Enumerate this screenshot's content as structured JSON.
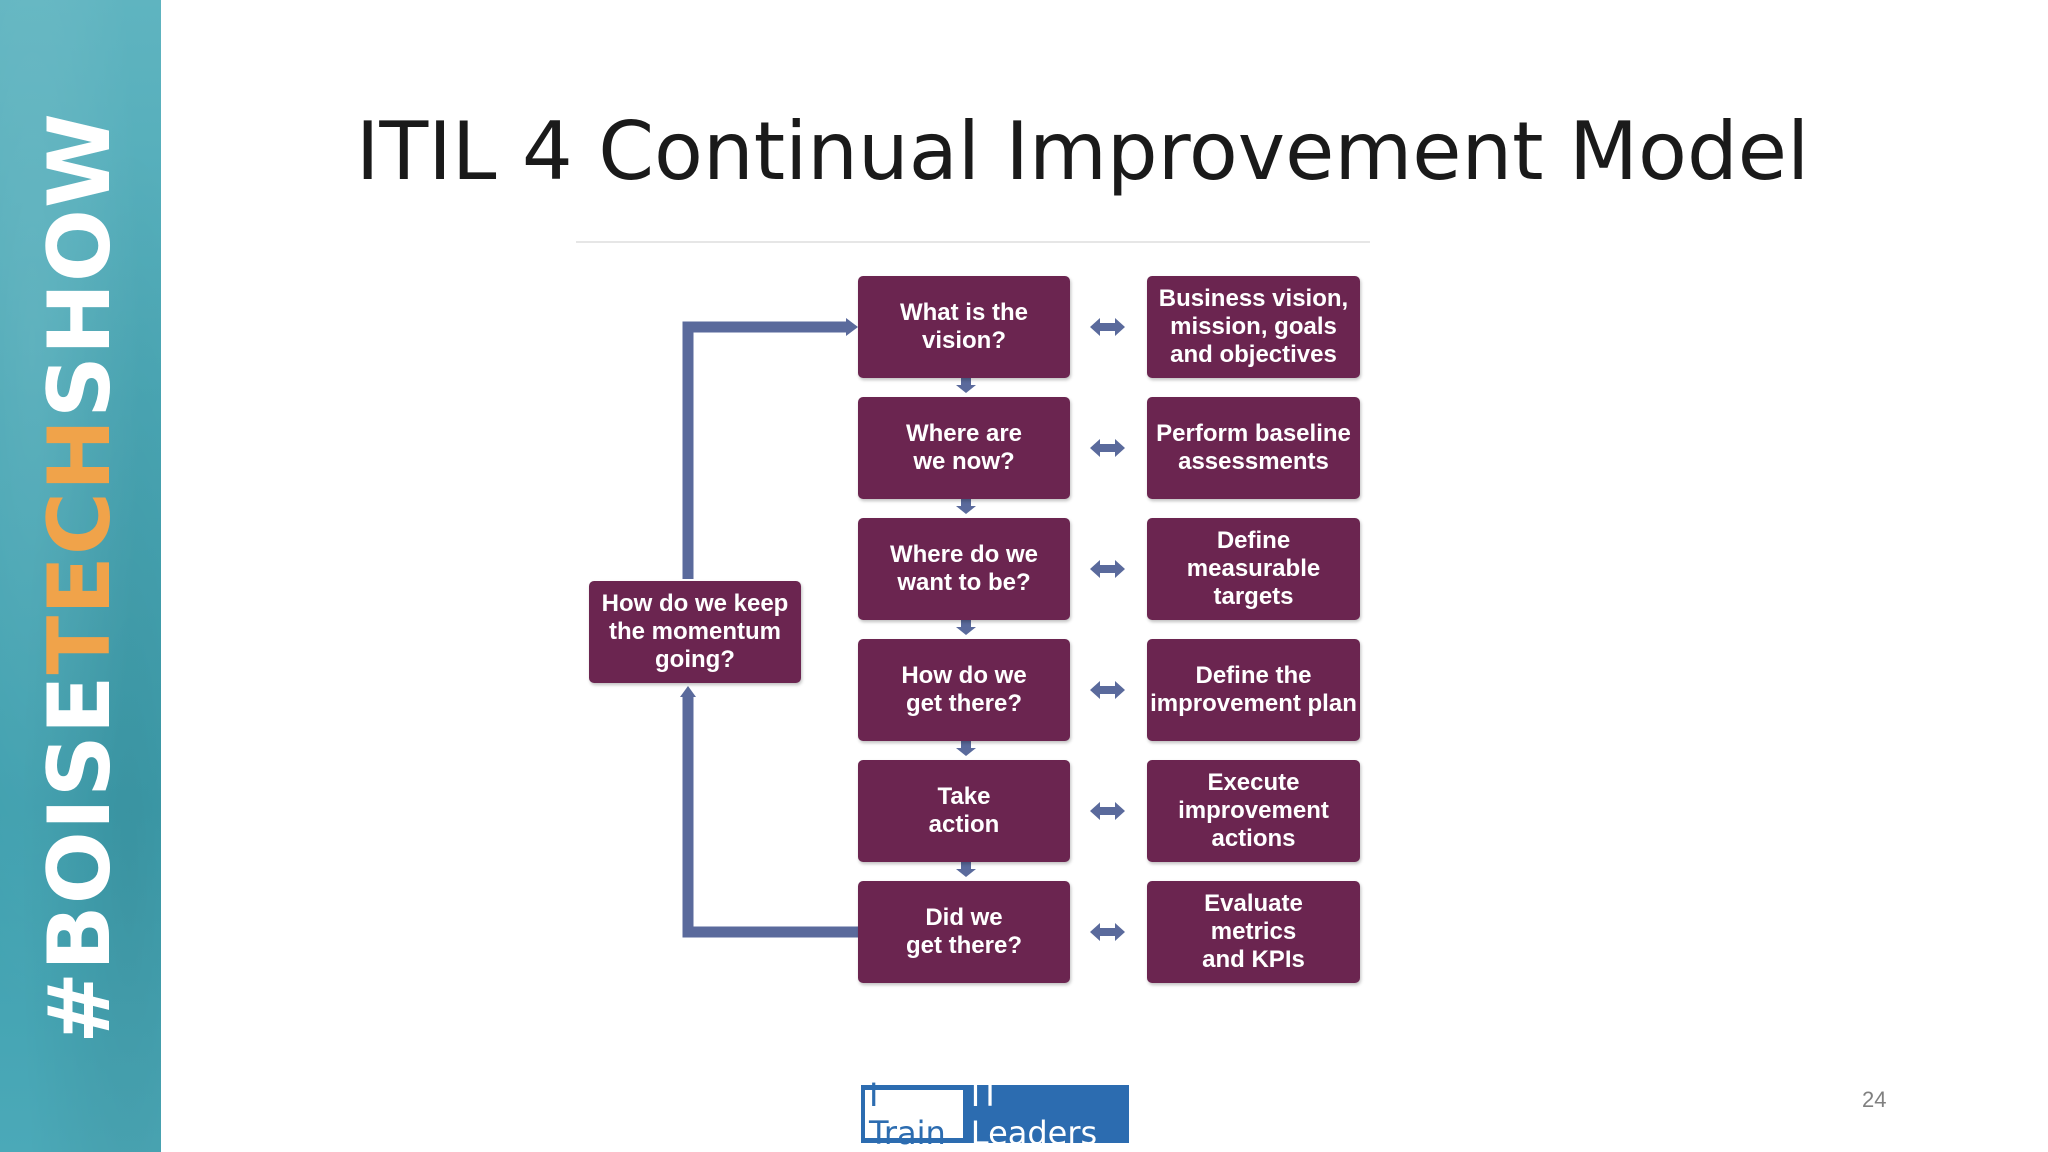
{
  "sidebar": {
    "hashtag_white": "#BOISE",
    "hashtag_orange": "TECH",
    "hashtag_white2": "SHOW"
  },
  "title": "ITIL 4 Continual Improvement Model",
  "diagram": {
    "steps": [
      {
        "question": "What is the\nvision?",
        "answer": "Business vision,\nmission, goals\nand objectives"
      },
      {
        "question": "Where are\nwe now?",
        "answer": "Perform baseline\nassessments"
      },
      {
        "question": "Where do we\nwant to be?",
        "answer": "Define measurable\ntargets"
      },
      {
        "question": "How do we\nget there?",
        "answer": "Define the\nimprovement plan"
      },
      {
        "question": "Take\naction",
        "answer": "Execute\nimprovement\nactions"
      },
      {
        "question": "Did we\nget there?",
        "answer": "Evaluate\nmetrics\nand KPIs"
      }
    ],
    "momentum": "How do we keep\nthe momentum\ngoing?",
    "colors": {
      "box": "#6b2550",
      "arrow": "#5a6a9c"
    }
  },
  "logo": {
    "part1": "I Train",
    "part2": "IT Leaders"
  },
  "slide_number": "24"
}
